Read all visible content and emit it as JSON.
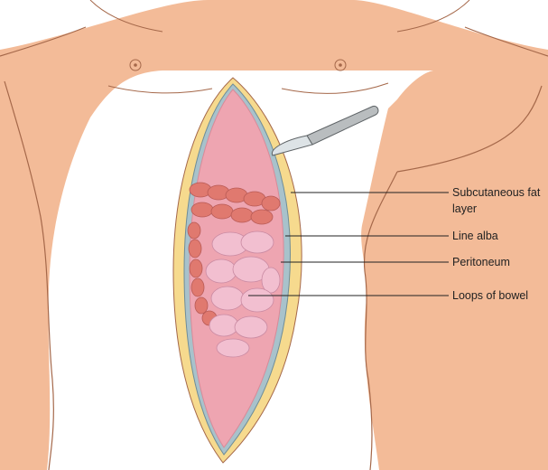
{
  "labels": {
    "subcutaneous": "Subcutaneous fat layer",
    "linea_alba": "Line alba",
    "peritoneum": "Peritoneum",
    "bowel": "Loops of bowel"
  },
  "colors": {
    "skin": "#f3bb98",
    "skin_outline": "#a5684a",
    "fat": "#f6da8e",
    "fascia": "#a8c2cb",
    "cavity": "#eea5b1",
    "colon": "#e0796f",
    "small_bowel": "#f2bfd0"
  }
}
